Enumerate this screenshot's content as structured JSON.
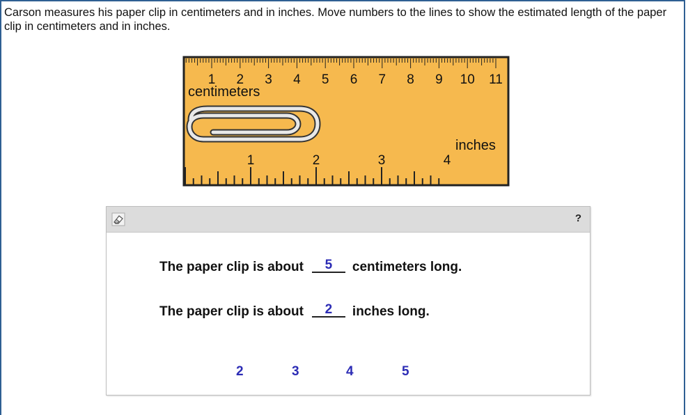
{
  "prompt": "Carson measures his paper clip in centimeters and in inches. Move numbers to the lines to show the estimated length of the paper clip in centimeters and in inches.",
  "ruler": {
    "cm_label": "centimeters",
    "inch_label": "inches",
    "cm_ticks": [
      "1",
      "2",
      "3",
      "4",
      "5",
      "6",
      "7",
      "8",
      "9",
      "10",
      "11"
    ],
    "inch_ticks": [
      "1",
      "2",
      "3",
      "4"
    ],
    "color": "#f6b94e"
  },
  "panel": {
    "eraser_icon": "eraser-icon",
    "help_label": "?",
    "sentence1": {
      "prefix": "The paper clip is about",
      "value": "5",
      "suffix": "centimeters long."
    },
    "sentence2": {
      "prefix": "The paper clip is about",
      "value": "2",
      "suffix": "inches long."
    },
    "choices": [
      "2",
      "3",
      "4",
      "5"
    ],
    "answer_color": "#2c2cb5"
  }
}
